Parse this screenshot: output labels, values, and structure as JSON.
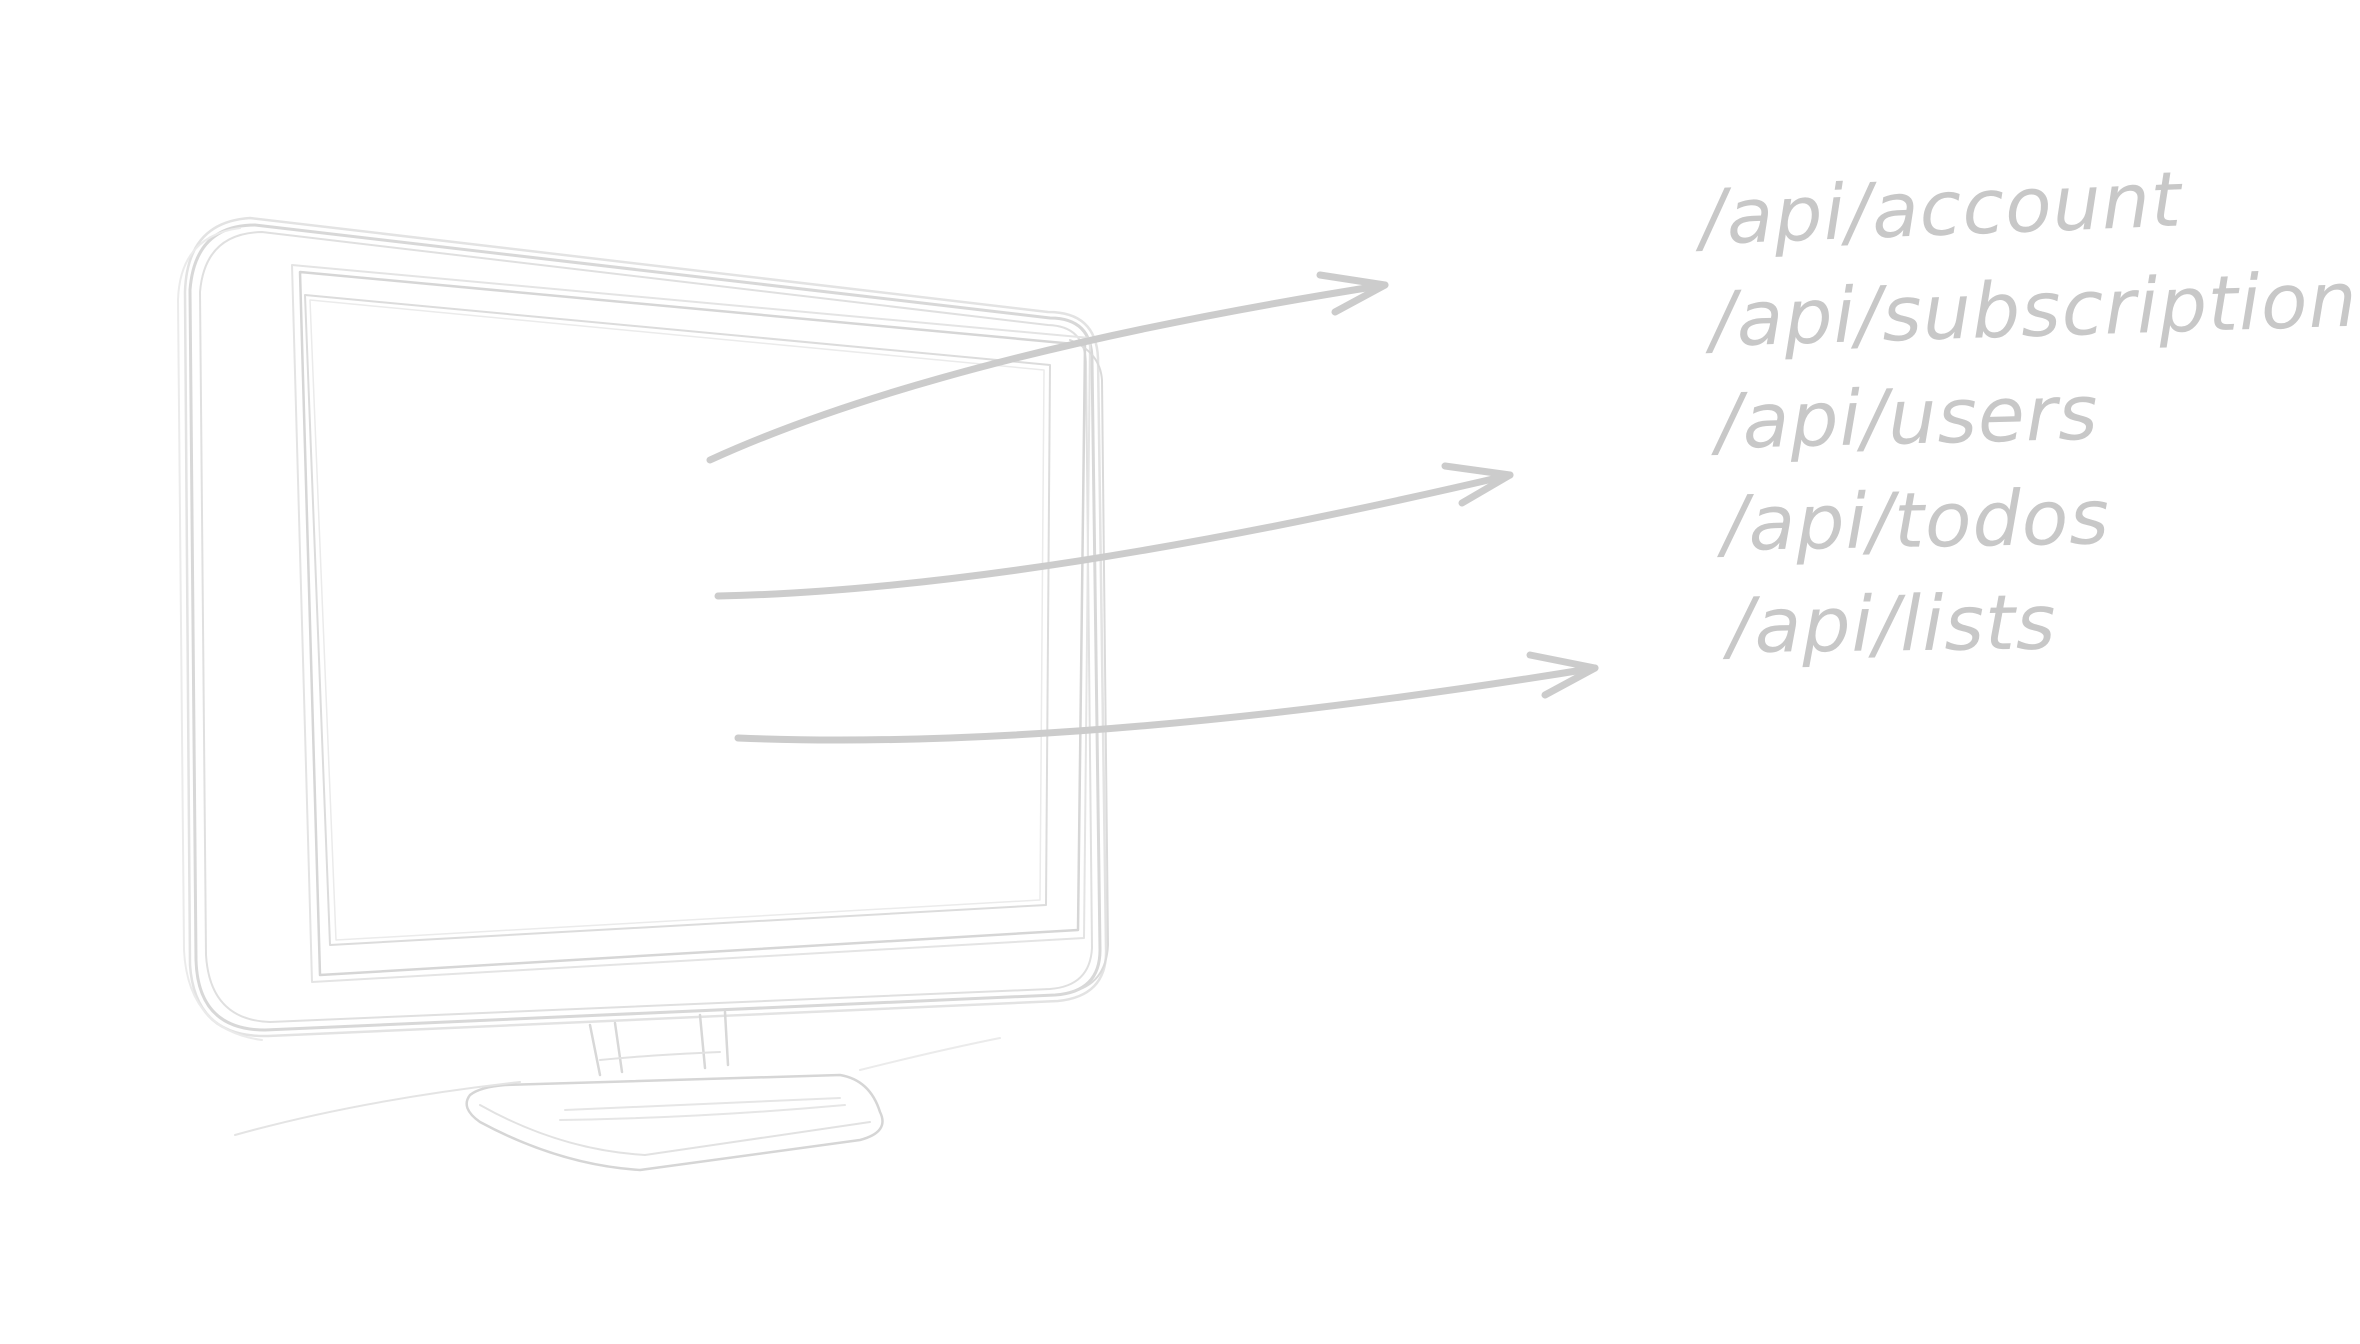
{
  "colors": {
    "sketch_line": "#d8d8d8",
    "sketch_line_light": "#e6e6e6",
    "arrow": "#cccccc",
    "text": "#c8c8c8",
    "background": "#ffffff"
  },
  "icons": {
    "monitor": "monitor-icon",
    "arrow": "arrow-right-icon"
  },
  "routes": [
    {
      "label": "/api/account"
    },
    {
      "label": "/api/subscription"
    },
    {
      "label": "/api/users"
    },
    {
      "label": "/api/todos"
    },
    {
      "label": "/api/lists"
    }
  ]
}
